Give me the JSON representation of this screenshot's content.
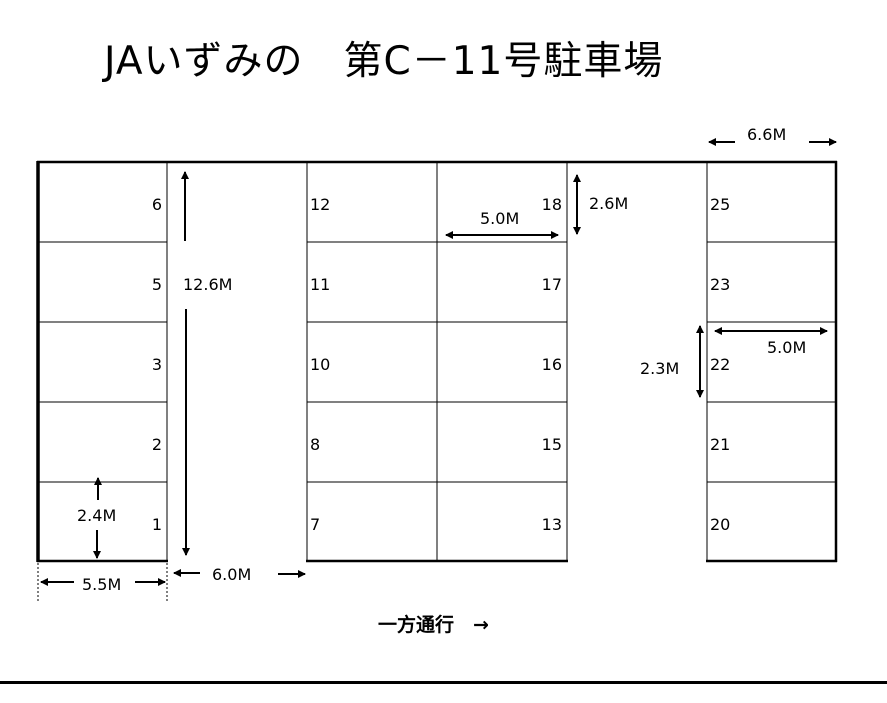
{
  "title": "JAいずみの　第C－11号駐車場",
  "one_way_label": "一方通行　→",
  "colors": {
    "line": "#000000",
    "background": "#ffffff"
  },
  "columns": {
    "left": {
      "spaces": [
        "6",
        "5",
        "3",
        "2",
        "1"
      ]
    },
    "middle_a": {
      "spaces": [
        "12",
        "11",
        "10",
        "8",
        "7"
      ]
    },
    "middle_b": {
      "spaces": [
        "18",
        "17",
        "16",
        "15",
        "13"
      ]
    },
    "right": {
      "spaces": [
        "25",
        "23",
        "22",
        "21",
        "20"
      ]
    }
  },
  "dimensions": {
    "aisle_length": "12.6M",
    "space_height_left": "2.4M",
    "left_width": "5.5M",
    "aisle_width": "6.0M",
    "space_depth_middle": "5.0M",
    "space_height_middle": "2.6M",
    "right_aisle_width": "6.6M",
    "space_height_right": "2.3M",
    "space_depth_right": "5.0M"
  }
}
